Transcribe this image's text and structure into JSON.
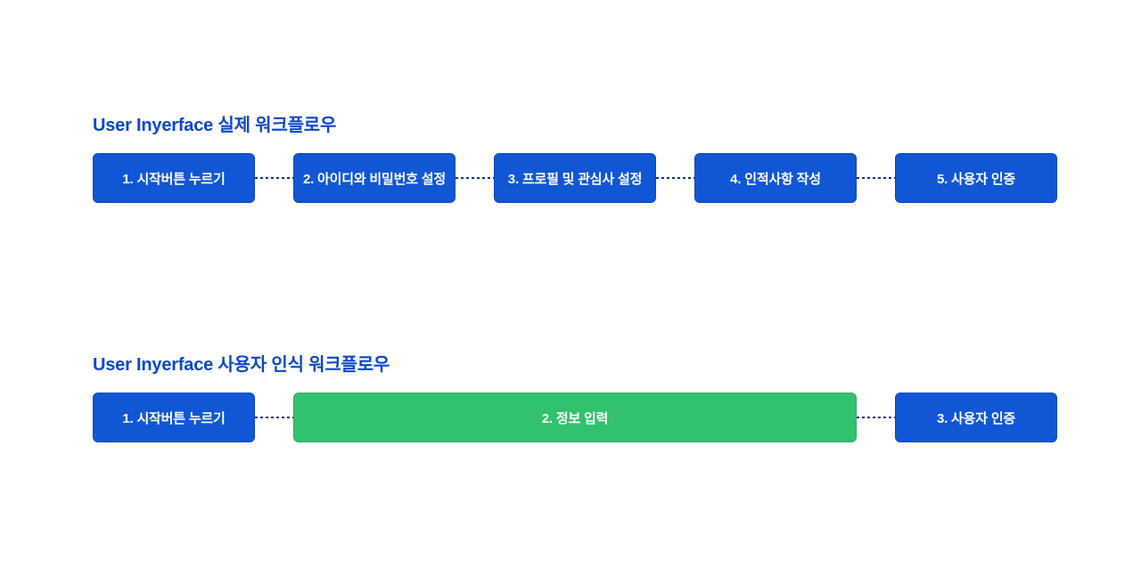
{
  "colors": {
    "background": "#ffffff",
    "title": "#0d47c8",
    "box_blue": "#1157d5",
    "box_green": "#32c16e",
    "connector": "#16317f",
    "box_text": "#ffffff"
  },
  "diagrams": [
    {
      "title": "User Inyerface 실제 워크플로우",
      "steps": [
        {
          "label": "1. 시작버튼 누르기",
          "color": "blue"
        },
        {
          "label": "2. 아이디와 비밀번호 설정",
          "color": "blue"
        },
        {
          "label": "3. 프로필 및 관심사 설정",
          "color": "blue"
        },
        {
          "label": "4. 인적사항 작성",
          "color": "blue"
        },
        {
          "label": "5. 사용자 인증",
          "color": "blue"
        }
      ]
    },
    {
      "title": "User Inyerface 사용자 인식 워크플로우",
      "steps": [
        {
          "label": "1. 시작버튼 누르기",
          "color": "blue"
        },
        {
          "label": "2. 정보 입력",
          "color": "green",
          "wide": true
        },
        {
          "label": "3. 사용자 인증",
          "color": "blue"
        }
      ]
    }
  ]
}
